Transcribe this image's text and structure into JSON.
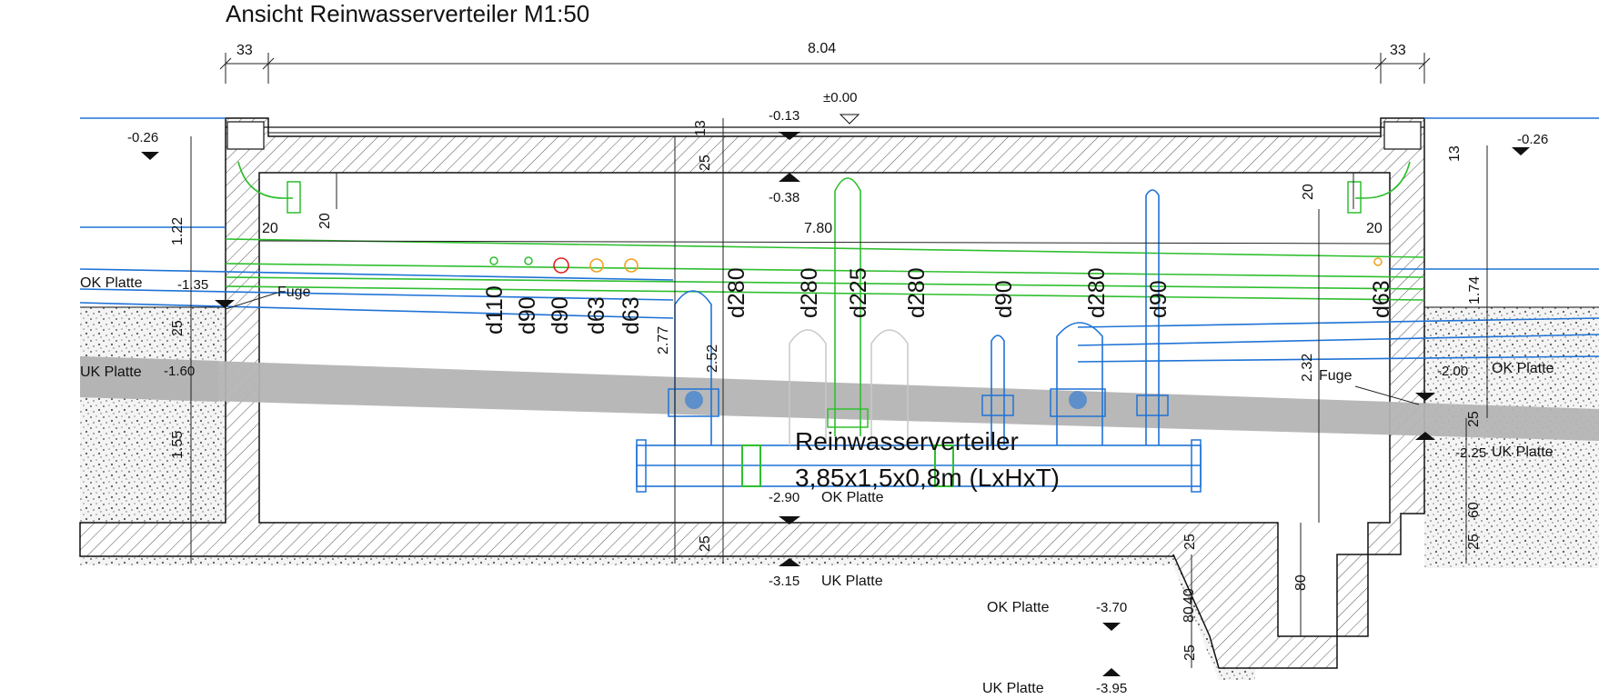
{
  "title": "Ansicht Reinwasserverteiler M1:50",
  "dims": {
    "top_left": "33",
    "top_mid": "8.04",
    "top_right": "33",
    "d13a": "13",
    "d25a": "25",
    "d20a": "20",
    "d20b": "20",
    "d20c": "20",
    "d20d": "20",
    "d122": "1.22",
    "d780": "7.80",
    "d25b": "25",
    "d155": "1.55",
    "d277": "2.77",
    "d252": "2.52",
    "d232": "2.32",
    "d174": "1.74",
    "d13b": "13",
    "d25c": "25",
    "d25d": "25",
    "d25e": "25",
    "d80a": "80",
    "d80b": "80",
    "d60": "60",
    "d40": "40",
    "d25f": "25",
    "d25g": "25"
  },
  "levels": {
    "zero": "±0.00",
    "m013": "-0.13",
    "m026a": "-0.26",
    "m026b": "-0.26",
    "m038": "-0.38",
    "m135": "-1.35",
    "m160": "-1.60",
    "m200": "-2.00",
    "m225": "-2.25",
    "m290": "-2.90",
    "m315": "-3.15",
    "m370": "-3.70",
    "m395": "-3.95"
  },
  "labels": {
    "ok_platte": "OK Platte",
    "uk_platte": "UK Platte",
    "fuge": "Fuge",
    "distributor_line1": "Reinwasserverteiler",
    "distributor_line2": "3,85x1,5x0,8m (LxHxT)"
  },
  "pipes": [
    "d110",
    "d90",
    "d90",
    "d63",
    "d63",
    "d280",
    "d280",
    "d225",
    "d280",
    "d90",
    "d280",
    "d90",
    "d63"
  ],
  "colors": {
    "water_pipe": "#1f73d6",
    "green_pipe": "#2fbf2f",
    "red_circle": "#e02020",
    "orange_circle": "#f0a020",
    "slope_band": "#b4b4b4"
  }
}
